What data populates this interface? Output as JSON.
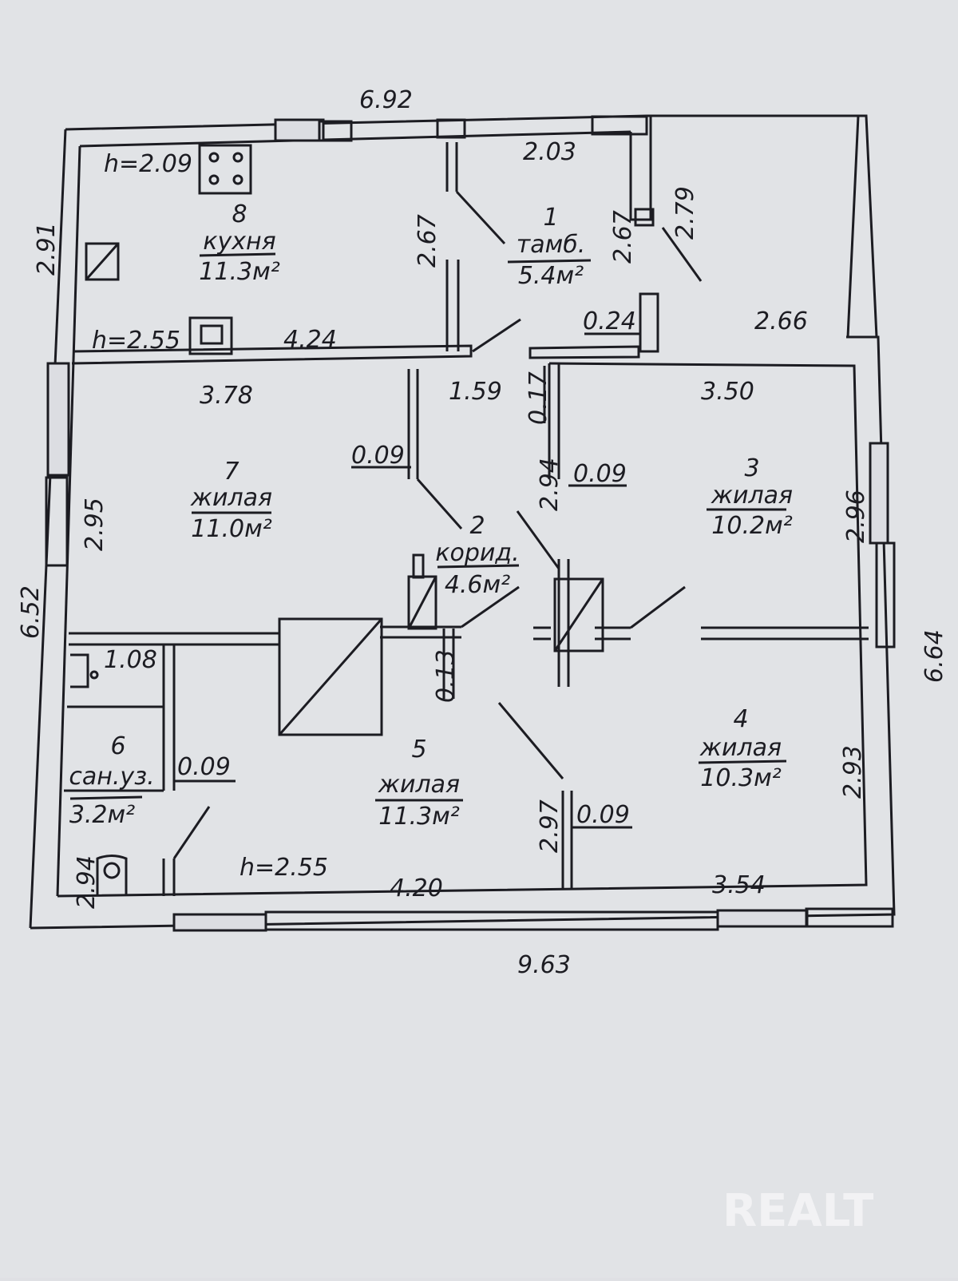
{
  "rooms": [
    {
      "num": "1",
      "name": "тамб.",
      "area": "5.4м²"
    },
    {
      "num": "2",
      "name": "корид.",
      "area": "4.6м²"
    },
    {
      "num": "3",
      "name": "жилая",
      "area": "10.2м²"
    },
    {
      "num": "4",
      "name": "жилая",
      "area": "10.3м²"
    },
    {
      "num": "5",
      "name": "жилая",
      "area": "11.3м²"
    },
    {
      "num": "6",
      "name": "сан.уз.",
      "area": "3.2м²"
    },
    {
      "num": "7",
      "name": "жилая",
      "area": "11.0м²"
    },
    {
      "num": "8",
      "name": "кухня",
      "area": "11.3м²"
    }
  ],
  "dimensions": {
    "top_total": "6.92",
    "bottom_total": "9.63",
    "left_total": "6.52",
    "right_total": "6.64",
    "left_upper": "2.91",
    "left_mid": "2.95",
    "left_low": "2.94",
    "kitchen_bottom": "4.24",
    "kitchen_height": "2.67",
    "vest_top": "2.03",
    "vest_right": "2.67",
    "vest_diag": "2.79",
    "porch_wall": "0.24",
    "porch_width": "2.66",
    "door_gap": "1.59",
    "room7_top": "3.78",
    "room7_wall": "0.09",
    "stub": "0.17",
    "room3_top": "3.50",
    "room3_wall": "0.09",
    "corr_side": "2.94",
    "room3_right": "2.96",
    "wc_small": "1.08",
    "wc_wall": "0.09",
    "corr_low": "0.13",
    "room4_left": "2.97",
    "room4_wall": "0.09",
    "room4_right": "2.93",
    "room5_bottom": "4.20",
    "room4_bottom": "3.54"
  },
  "heights": {
    "kitchen": "h=2.09",
    "kitchen_low": "h=2.55",
    "room5": "h=2.55"
  },
  "watermark": "REALT"
}
